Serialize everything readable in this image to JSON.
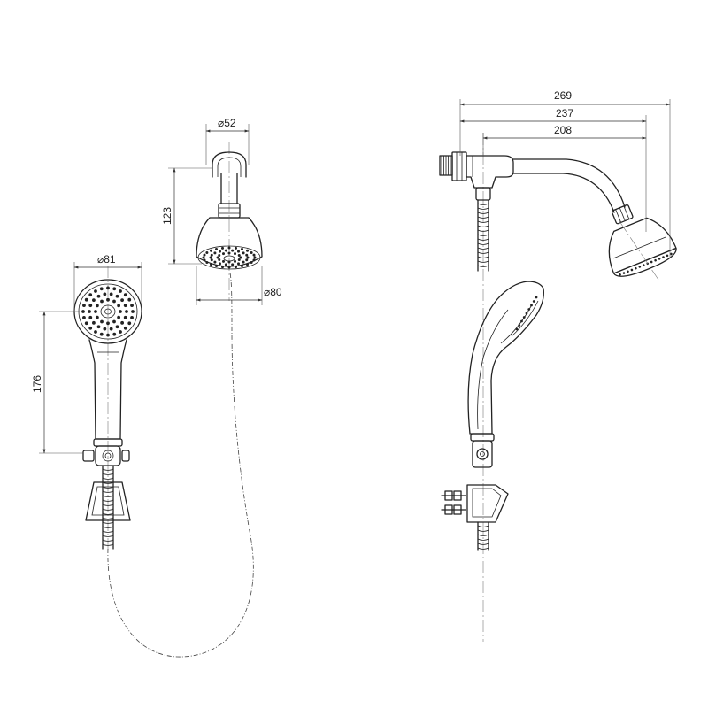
{
  "dimensions": {
    "hand_shower_head_diameter": "⌀81",
    "hand_shower_length": "176",
    "fixed_head_connection_diameter": "⌀52",
    "fixed_head_height": "123",
    "fixed_head_face_diameter": "⌀80",
    "side_total_reach": "269",
    "side_arm_reach": "237",
    "side_elbow_reach": "208"
  },
  "colors": {
    "line": "#222222",
    "background": "#ffffff"
  }
}
